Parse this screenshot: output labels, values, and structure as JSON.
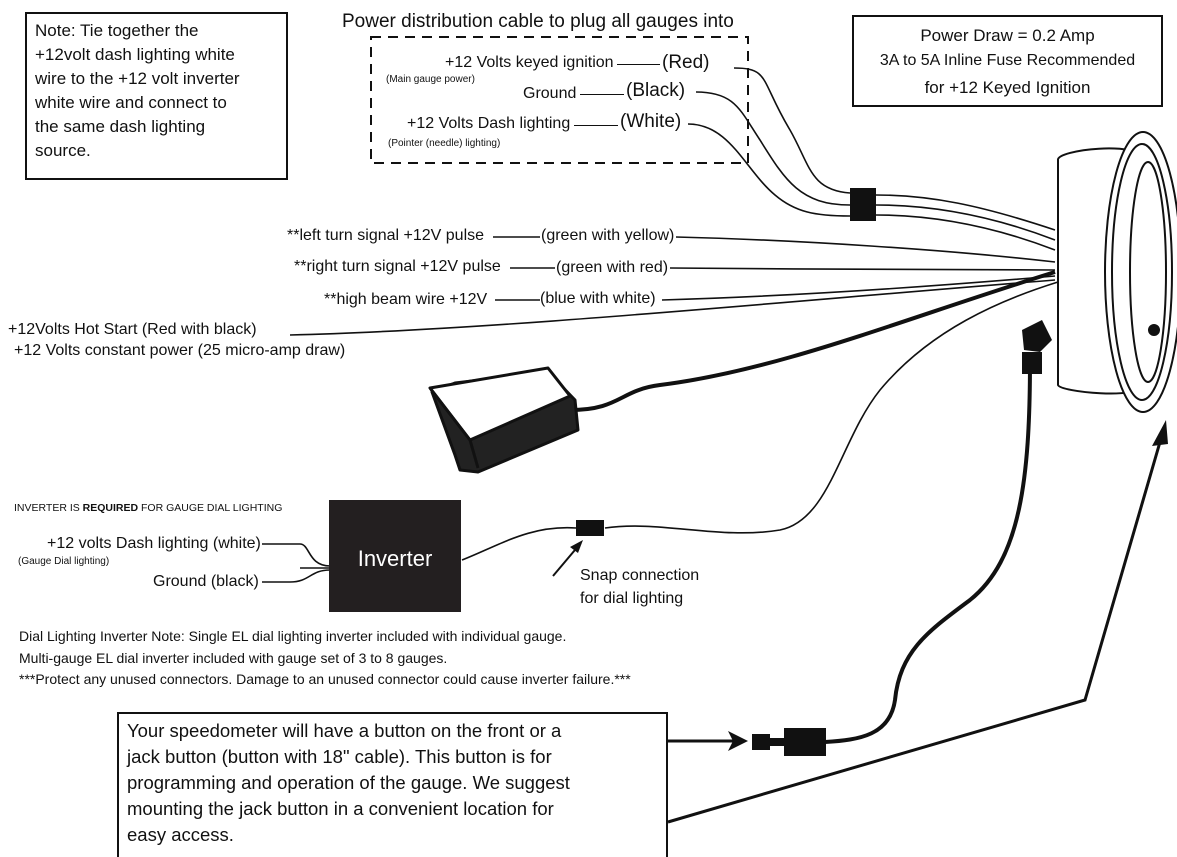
{
  "note_box": {
    "lines": [
      "Note: Tie together the",
      "+12volt dash lighting white",
      "wire to the +12 volt inverter",
      "white wire and connect to",
      "the same dash lighting",
      "source."
    ]
  },
  "power_cable": {
    "title": "Power distribution cable to plug all gauges into",
    "ignition_label": "+12 Volts keyed ignition",
    "ignition_sub": "(Main gauge power)",
    "ignition_color": "(Red)",
    "ground_label": "Ground",
    "ground_color": "(Black)",
    "dash_label": "+12 Volts Dash lighting",
    "dash_sub": "(Pointer (needle) lighting)",
    "dash_color": "(White)"
  },
  "power_draw_box": {
    "line1": "Power Draw = 0.2 Amp",
    "line2": "3A to 5A Inline Fuse Recommended",
    "line3": "for +12 Keyed Ignition"
  },
  "signals": {
    "left_turn_label": "**left turn signal +12V pulse",
    "left_turn_color": "(green with yellow)",
    "right_turn_label": "**right turn signal +12V pulse",
    "right_turn_color": "(green with red)",
    "high_beam_label": "**high beam wire +12V",
    "high_beam_color": "(blue with white)",
    "hot_start": "+12Volts Hot Start (Red with black)",
    "constant_power": "+12 Volts constant power (25 micro-amp draw)"
  },
  "inverter": {
    "required_prefix": "INVERTER IS ",
    "required_bold": "REQUIRED",
    "required_suffix": " FOR GAUGE DIAL LIGHTING",
    "dash_label": "+12 volts Dash lighting (white)",
    "dash_sub": "(Gauge Dial lighting)",
    "ground_label": "Ground (black)",
    "box_label": "Inverter",
    "snap_line1": "Snap connection",
    "snap_line2": "for dial lighting"
  },
  "notes": {
    "line1": "Dial Lighting Inverter Note: Single EL dial lighting inverter included with individual gauge.",
    "line2": "Multi-gauge EL dial inverter included with gauge set of 3 to 8 gauges.",
    "line3": "***Protect any unused connectors. Damage to an unused connector could cause inverter failure.***"
  },
  "speedo_box": {
    "lines": [
      "Your speedometer will have a button on the front or a",
      "jack button (button with 18\" cable). This button is for",
      "programming and operation of the gauge. We suggest",
      "mounting the jack button in a convenient location for",
      "easy access."
    ]
  }
}
